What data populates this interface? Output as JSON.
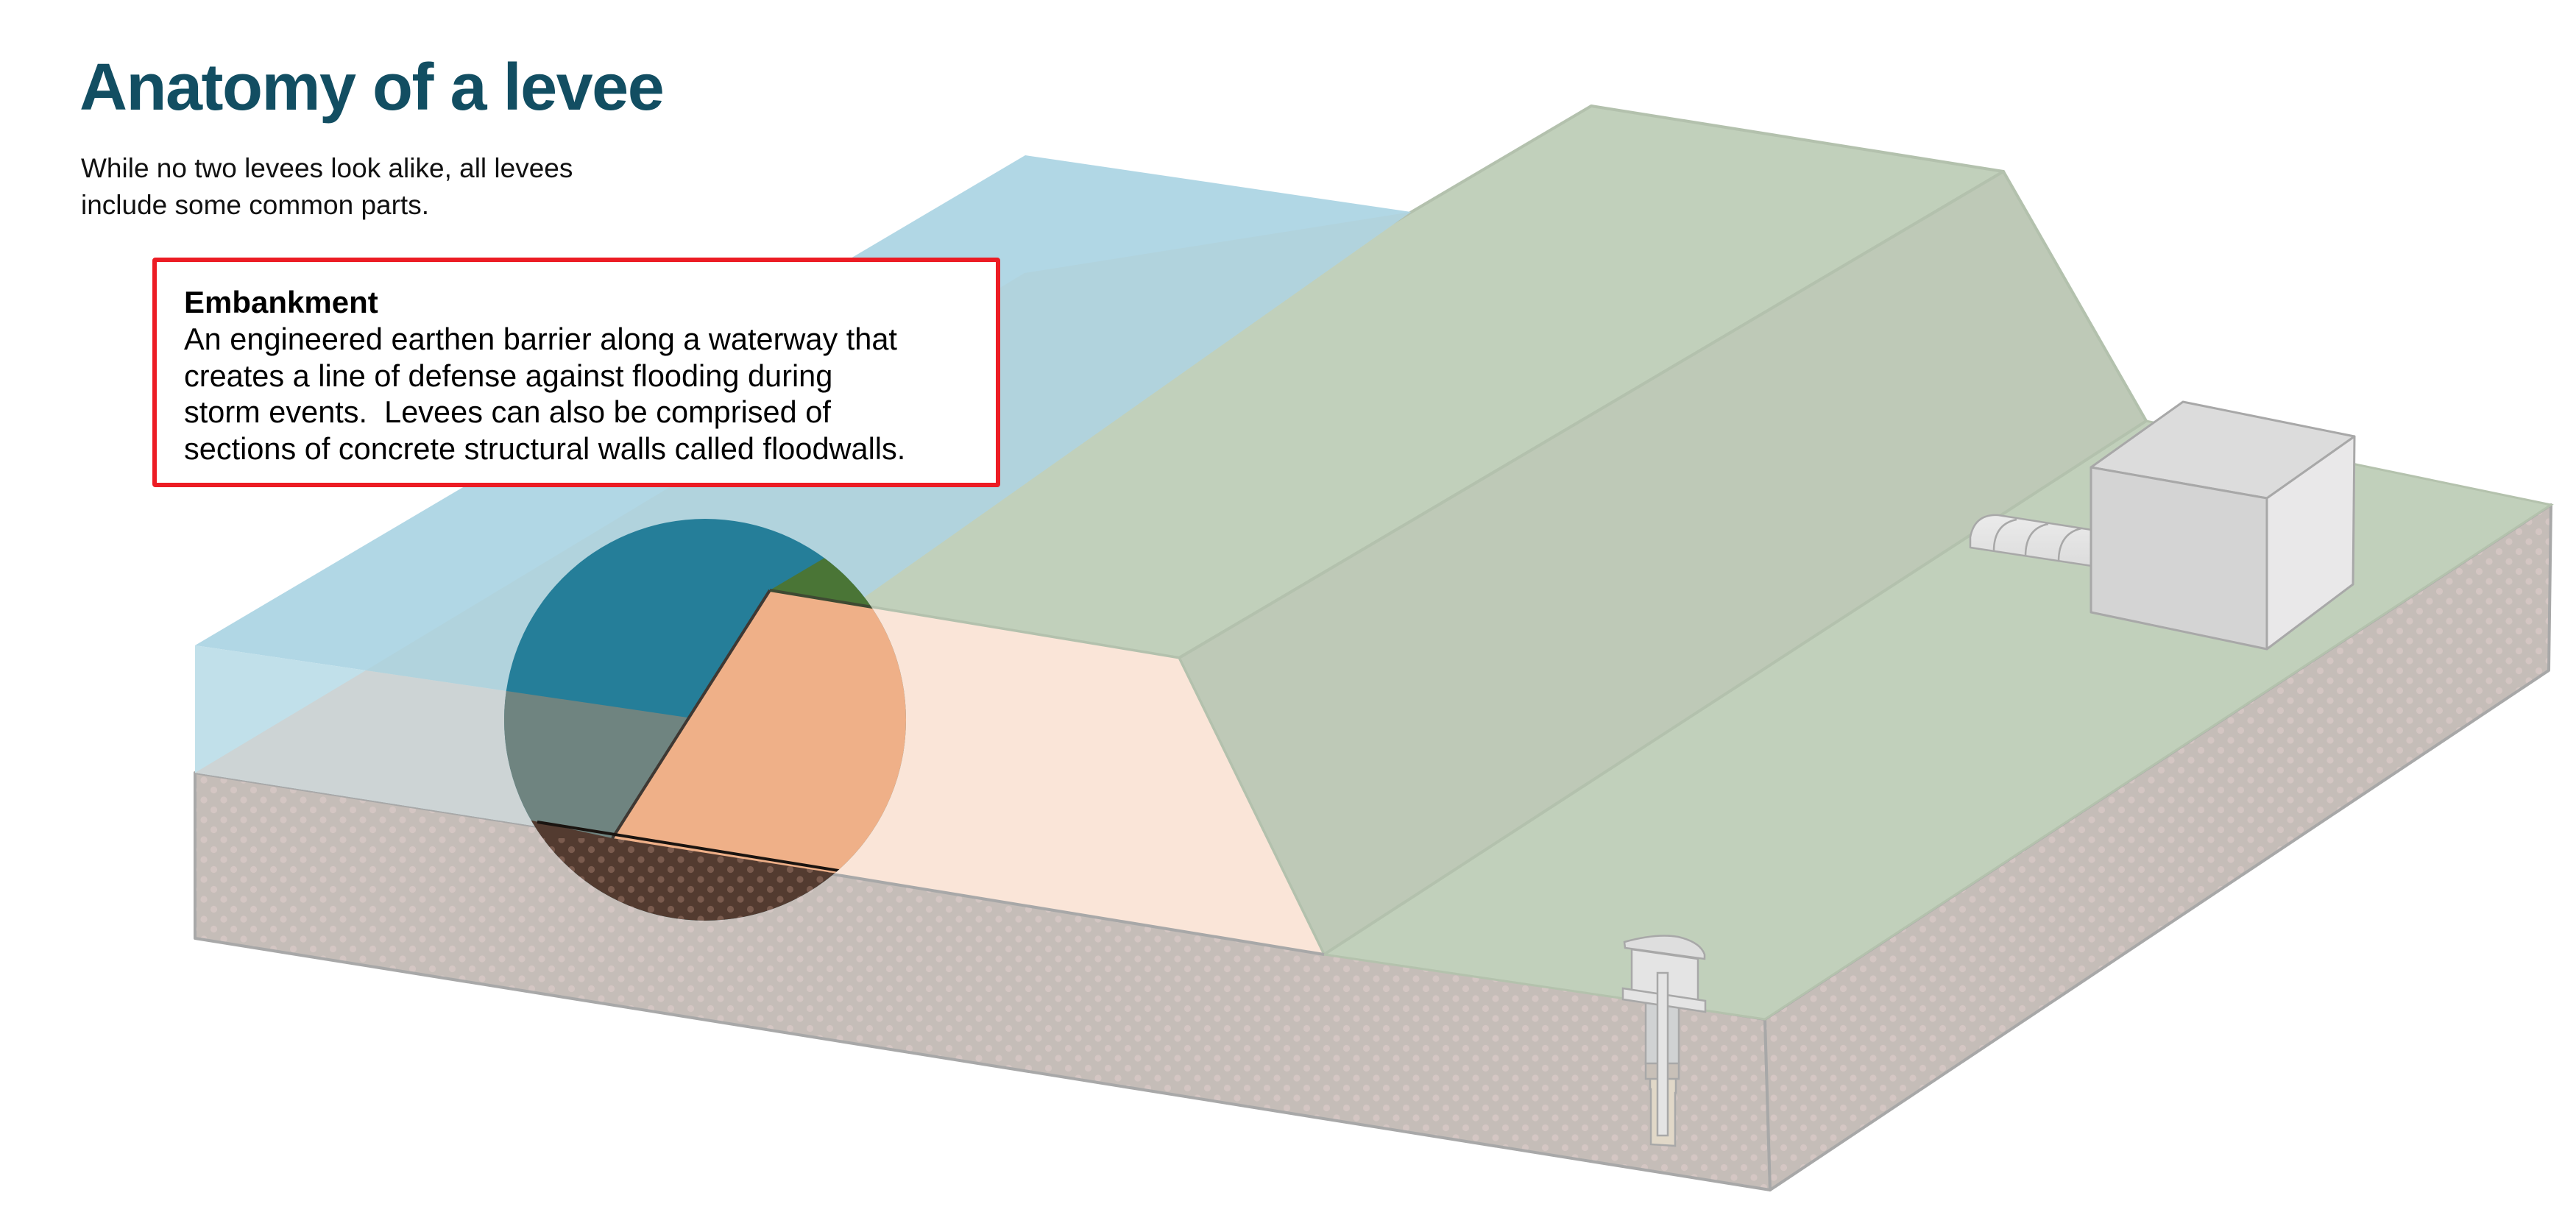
{
  "header": {
    "title": "Anatomy of a levee",
    "subtitle_lines": [
      "While no two levees look alike, all levees",
      "include some common parts."
    ]
  },
  "callout": {
    "heading": "Embankment",
    "body_lines": [
      "An engineered earthen barrier along a waterway that",
      "creates a line of defense against flooding during",
      "storm events.  Levees can also be comprised of",
      "sections of concrete structural walls called floodwalls."
    ],
    "border_color": "#ec1c24"
  },
  "diagram": {
    "components": [
      "river-water",
      "levee-embankment-crest",
      "levee-landside-slope",
      "embankment-cross-section",
      "foundation-soil",
      "pump-station-building",
      "drainage-culvert-pipe",
      "piezometer-well",
      "embankment-highlight-circle"
    ],
    "colors": {
      "title": "#124e62",
      "water_surface": "#b1d7e5",
      "water_front": "#c1e0ea",
      "submerged_ground": "#cdd4d5",
      "crest_grass": "#c1d0bb",
      "landside_slope": "#bec9b7",
      "embankment_section": "#fae5d8",
      "soil": "#c5bdb8",
      "soil_dot": "#d4c6c3",
      "highlight_water": "#257e99",
      "highlight_submerged": "#6f8480",
      "highlight_embankment": "#efb088",
      "highlight_grass": "#4a7536",
      "highlight_soil": "#533b30",
      "structure_light": "#e9e8e9",
      "structure_mid": "#d4d4d4",
      "structure_top": "#dcdcdc",
      "outline": "#a8a8a8"
    }
  }
}
